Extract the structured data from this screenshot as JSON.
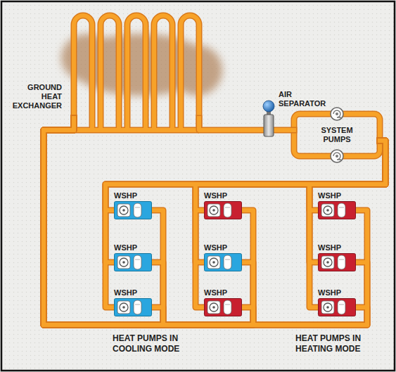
{
  "diagram": {
    "nodes": [
      {
        "text": [
          "GROUND HEAT EXCHANGER"
        ]
      },
      {
        "text": [
          "AIR SEPARATOR"
        ]
      },
      {
        "text": [
          "SYSTEM PUMPS"
        ]
      },
      {
        "text": [
          "WSHP"
        ]
      },
      {
        "text": [
          "WSHP"
        ]
      },
      {
        "text": [
          "WSHP"
        ]
      },
      {
        "text": [
          "WSHP"
        ]
      },
      {
        "text": [
          "WSHP"
        ]
      },
      {
        "text": [
          "WSHP"
        ]
      },
      {
        "text": [
          "WSHP"
        ]
      },
      {
        "text": [
          "WSHP"
        ]
      },
      {
        "text": [
          "WSHP"
        ]
      }
    ],
    "edges": [
      {
        "from": 0,
        "to": 1,
        "arrow": "none"
      },
      {
        "from": 1,
        "to": 2,
        "arrow": "none"
      },
      {
        "from": 2,
        "to": 3,
        "arrow": "none"
      },
      {
        "from": 2,
        "to": 4,
        "arrow": "none"
      },
      {
        "from": 2,
        "to": 5,
        "arrow": "none"
      },
      {
        "from": 2,
        "to": 6,
        "arrow": "none"
      },
      {
        "from": 2,
        "to": 7,
        "arrow": "none"
      },
      {
        "from": 2,
        "to": 8,
        "arrow": "none"
      },
      {
        "from": 2,
        "to": 9,
        "arrow": "none"
      },
      {
        "from": 2,
        "to": 10,
        "arrow": "none"
      },
      {
        "from": 2,
        "to": 11,
        "arrow": "none"
      },
      {
        "from": 3,
        "to": 0,
        "arrow": "none"
      },
      {
        "from": 4,
        "to": 0,
        "arrow": "none"
      },
      {
        "from": 5,
        "to": 0,
        "arrow": "none"
      },
      {
        "from": 6,
        "to": 0,
        "arrow": "none"
      },
      {
        "from": 7,
        "to": 0,
        "arrow": "none"
      },
      {
        "from": 8,
        "to": 0,
        "arrow": "none"
      },
      {
        "from": 9,
        "to": 0,
        "arrow": "none"
      },
      {
        "from": 10,
        "to": 0,
        "arrow": "none"
      },
      {
        "from": 11,
        "to": 0,
        "arrow": "none"
      }
    ],
    "labels": [
      "HEAT PUMPS IN COOLING MODE",
      "HEAT PUMPS IN HEATING MODE"
    ]
  }
}
